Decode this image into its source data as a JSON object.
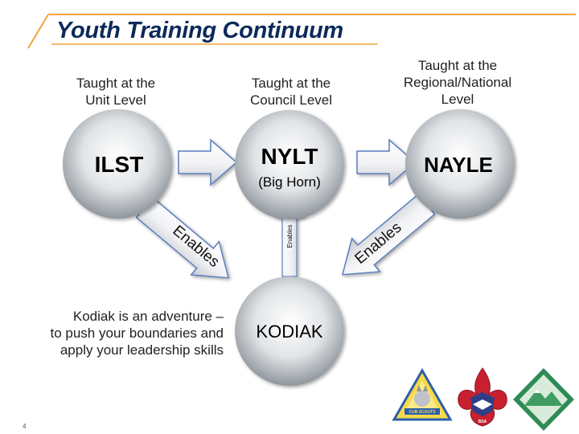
{
  "slide": {
    "title": "Youth Training Continuum",
    "page_number": "4"
  },
  "levels": {
    "unit": "Taught at the\nUnit Level",
    "council": "Taught at the\nCouncil Level",
    "national": "Taught at the\nRegional/National\nLevel"
  },
  "nodes": {
    "ilst": "ILST",
    "nylt": "NYLT",
    "nylt_sub": "(Big Horn)",
    "nayle": "NAYLE",
    "kodiak": "KODIAK"
  },
  "arrows": {
    "left_enables": "Enables",
    "middle_enables": "Enables",
    "right_enables": "Enables"
  },
  "kodiak_description": "Kodiak is an adventure –\nto push your boundaries and\napply your leadership skills",
  "logos": {
    "cub_scout_text": "CUB SCOUTS",
    "boy_scouts_letters": "BSA"
  },
  "colors": {
    "accent_orange": "#f2a23c",
    "title_navy": "#0b2a5a",
    "circle_mid": "#9aa0a6",
    "circle_light": "#e9ebed",
    "arrow_blue": "#5b7fc0"
  }
}
